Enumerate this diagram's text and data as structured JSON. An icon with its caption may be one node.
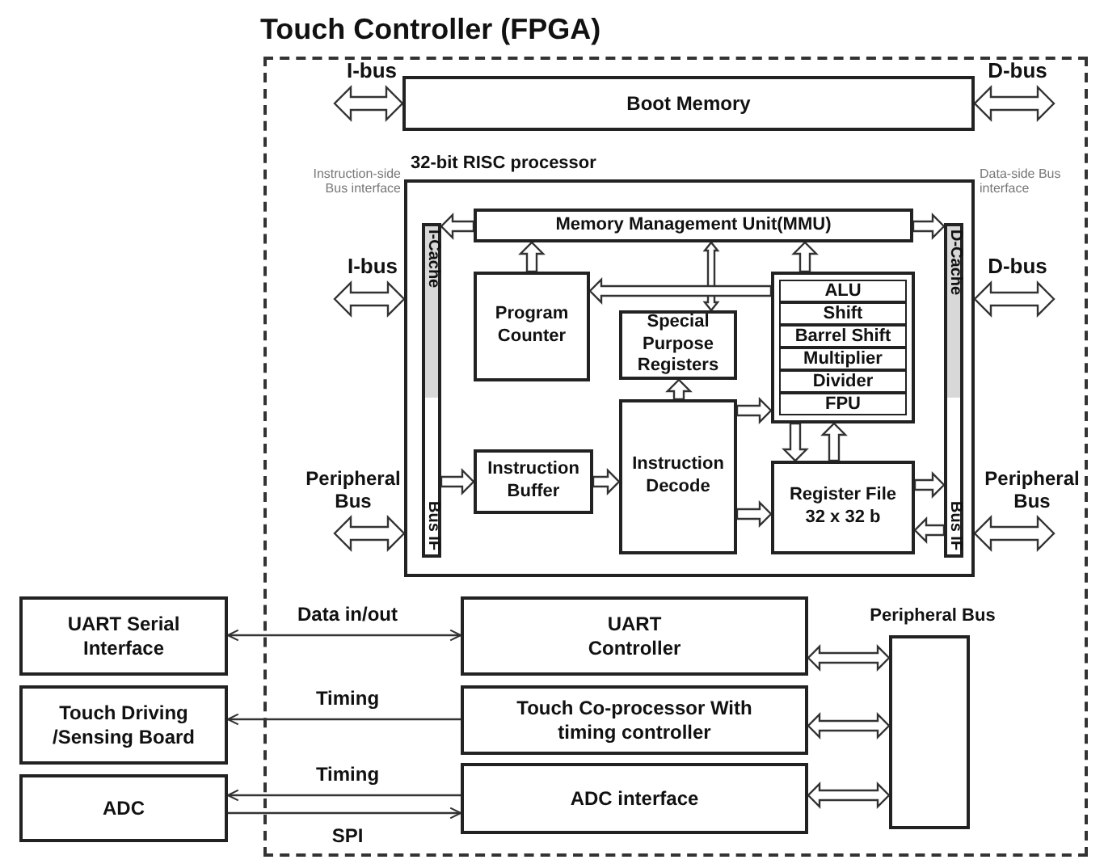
{
  "diagram": {
    "nodes": [
      {
        "text": [
          "Touch Controller (FPGA)"
        ]
      },
      {
        "text": [
          "Boot Memory"
        ],
        "in": 0
      },
      {
        "text": [
          "32-bit RISC processor"
        ],
        "in": 0
      },
      {
        "text": [
          "I-Cache",
          "Bus IF"
        ],
        "in": 2
      },
      {
        "text": [
          "D-Cache",
          "Bus IF"
        ],
        "in": 2
      },
      {
        "text": [
          "Memory Management Unit(MMU)"
        ],
        "in": 2
      },
      {
        "text": [
          "Program Counter"
        ],
        "in": 2
      },
      {
        "text": [
          "Special Purpose Registers"
        ],
        "in": 2
      },
      {
        "text": [],
        "shape": "box",
        "in": 2
      },
      {
        "text": [
          "ALU"
        ],
        "in": 8
      },
      {
        "text": [
          "Shift"
        ],
        "in": 8
      },
      {
        "text": [
          "Barrel Shift"
        ],
        "in": 8
      },
      {
        "text": [
          "Multiplier"
        ],
        "in": 8
      },
      {
        "text": [
          "Divider"
        ],
        "in": 8
      },
      {
        "text": [
          "FPU"
        ],
        "in": 8
      },
      {
        "text": [
          "Instruction Buffer"
        ],
        "in": 2
      },
      {
        "text": [
          "Instruction Decode"
        ],
        "in": 2
      },
      {
        "text": [
          "Register File 32 x 32 b"
        ],
        "in": 2
      },
      {
        "text": [
          "UART Serial Interface"
        ]
      },
      {
        "text": [
          "Touch Driving /Sensing Board"
        ]
      },
      {
        "text": [
          "ADC"
        ]
      },
      {
        "text": [
          "UART Controller"
        ],
        "in": 0
      },
      {
        "text": [
          "Touch Co-processor With timing controller"
        ],
        "in": 0
      },
      {
        "text": [
          "ADC interface"
        ],
        "in": 0
      },
      {
        "text": [
          "Peripheral Bus"
        ],
        "in": 0
      }
    ],
    "edges": [
      {
        "from": null,
        "to": 1,
        "arrow": "both",
        "label": "I-bus",
        "style": "thick"
      },
      {
        "from": null,
        "to": 1,
        "arrow": "both",
        "label": "D-bus",
        "style": "thick"
      },
      {
        "from": null,
        "to": 2,
        "arrow": "both",
        "label": "I-bus",
        "style": "thick"
      },
      {
        "from": null,
        "to": 2,
        "arrow": "both",
        "label": "Peripheral Bus",
        "style": "thick"
      },
      {
        "from": null,
        "to": 2,
        "arrow": "both",
        "label": "D-bus",
        "style": "thick"
      },
      {
        "from": null,
        "to": 2,
        "arrow": "both",
        "label": "Peripheral Bus",
        "style": "thick"
      },
      {
        "from": 5,
        "to": 3,
        "arrow": "to",
        "style": "thick"
      },
      {
        "from": 5,
        "to": 4,
        "arrow": "to",
        "style": "thick"
      },
      {
        "from": 6,
        "to": 5,
        "arrow": "to",
        "style": "thick"
      },
      {
        "from": 7,
        "to": 5,
        "arrow": "both",
        "style": "thick"
      },
      {
        "from": 8,
        "to": 5,
        "arrow": "to",
        "style": "thick"
      },
      {
        "from": 8,
        "to": 6,
        "arrow": "to",
        "style": "thick"
      },
      {
        "from": 16,
        "to": 7,
        "arrow": "to",
        "style": "thick"
      },
      {
        "from": 16,
        "to": 8,
        "arrow": "to",
        "style": "thick"
      },
      {
        "from": 3,
        "to": 15,
        "arrow": "to",
        "style": "thick"
      },
      {
        "from": 15,
        "to": 16,
        "arrow": "to",
        "style": "thick"
      },
      {
        "from": 16,
        "to": 17,
        "arrow": "to",
        "style": "thick"
      },
      {
        "from": 8,
        "to": 17,
        "arrow": "to",
        "style": "thick"
      },
      {
        "from": 17,
        "to": 8,
        "arrow": "to",
        "style": "thick"
      },
      {
        "from": 17,
        "to": 4,
        "arrow": "to",
        "style": "thick"
      },
      {
        "from": 4,
        "to": 17,
        "arrow": "to",
        "style": "thick"
      },
      {
        "from": 18,
        "to": 21,
        "arrow": "both",
        "label": "Data in/out"
      },
      {
        "from": 22,
        "to": 19,
        "arrow": "to",
        "label": "Timing"
      },
      {
        "from": 23,
        "to": 20,
        "arrow": "to",
        "label": "Timing"
      },
      {
        "from": 20,
        "to": 23,
        "arrow": "to",
        "label": "SPI"
      },
      {
        "from": 21,
        "to": 24,
        "arrow": "both",
        "style": "thick"
      },
      {
        "from": 22,
        "to": 24,
        "arrow": "both",
        "style": "thick"
      },
      {
        "from": 23,
        "to": 24,
        "arrow": "both",
        "style": "thick"
      }
    ],
    "labels": [
      "Instruction-side Bus interface",
      "Data-side Bus interface"
    ]
  }
}
